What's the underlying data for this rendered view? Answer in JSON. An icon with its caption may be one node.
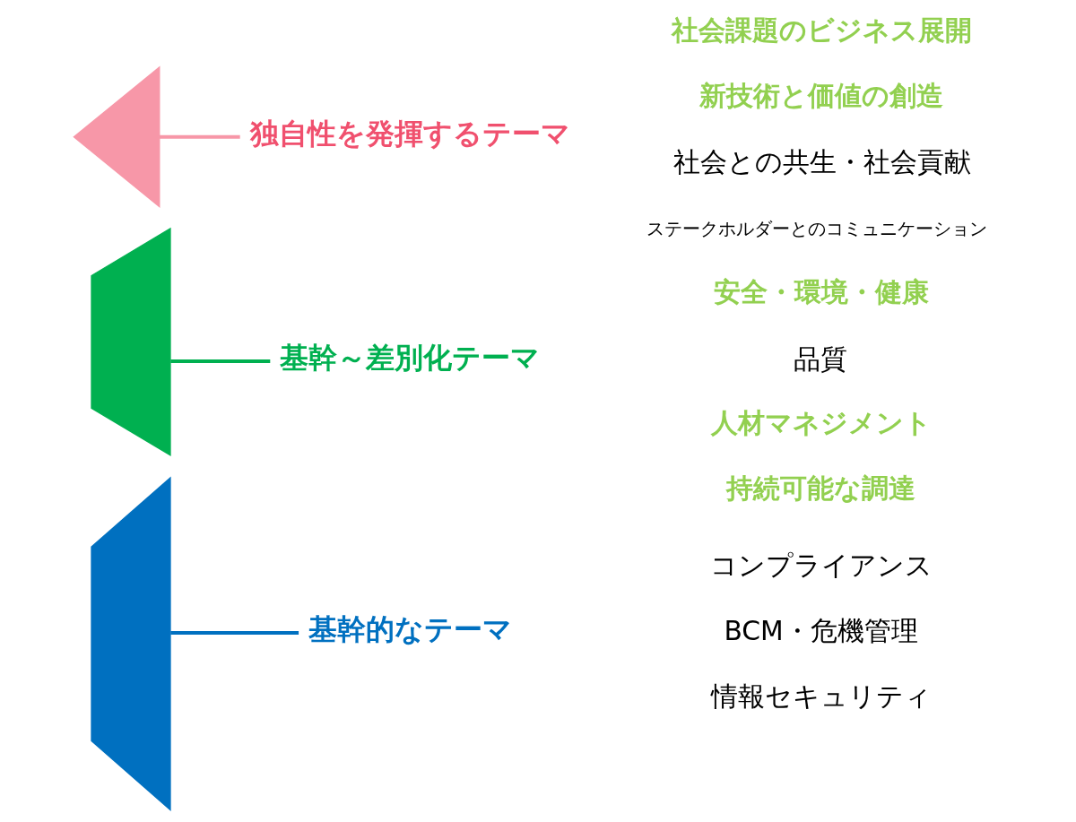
{
  "diagram": {
    "nodes": [
      {
        "text": [],
        "shape": "triangle"
      },
      {
        "text": [],
        "shape": "trapezium"
      },
      {
        "text": [],
        "shape": "trapezium"
      },
      {
        "text": [
          "独自性を発揮するテーマ"
        ]
      },
      {
        "text": [
          "基幹～差別化テーマ"
        ]
      },
      {
        "text": [
          "基幹的なテーマ"
        ]
      }
    ],
    "edges": [
      {
        "from": 0,
        "to": 3,
        "arrow": "none",
        "color": "#f797a8"
      },
      {
        "from": 1,
        "to": 4,
        "arrow": "none",
        "color": "#00b050"
      },
      {
        "from": 2,
        "to": 5,
        "arrow": "none",
        "color": "#0070c0"
      }
    ],
    "labels": [
      "社会課題のビジネス展開",
      "新技術と価値の創造",
      "社会との共生・社会貢献",
      "ステークホルダーとのコミュニケーション",
      "安全・環境・健康",
      "品質",
      "人材マネジメント",
      "持続可能な調達",
      "コンプライアンス",
      "BCM・危機管理",
      "情報セキュリティ"
    ]
  }
}
